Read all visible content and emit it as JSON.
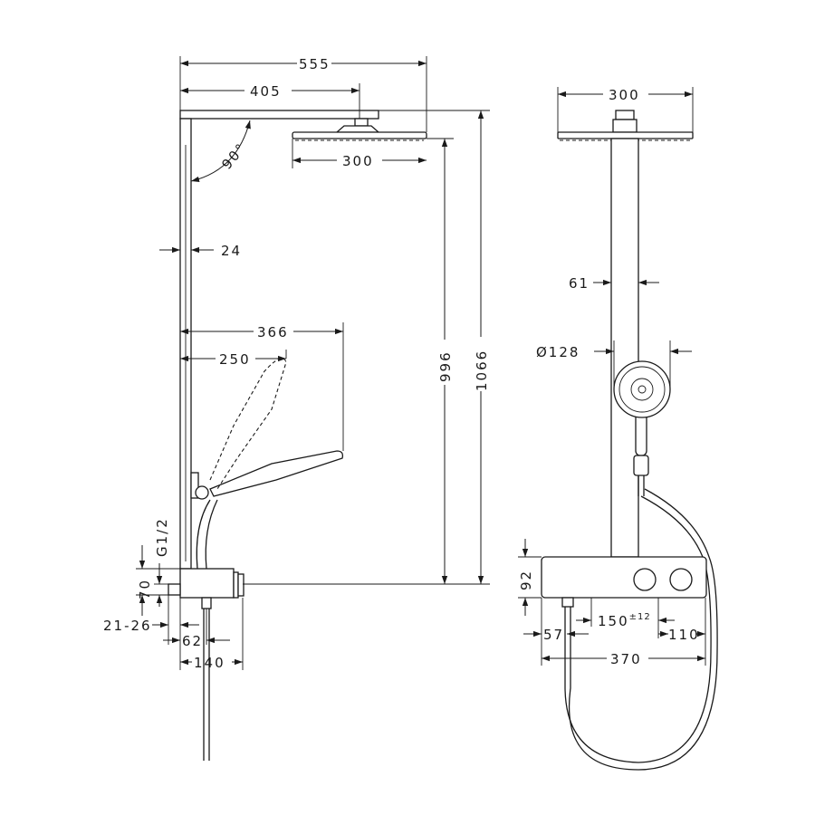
{
  "side_view": {
    "dims": {
      "overall_width": "555",
      "arm_length": "405",
      "head_width": "300",
      "angle": "90°",
      "riser_depth": "24",
      "handshower_reach": "366",
      "handshower_reach_tilted": "250",
      "height_to_head": "996",
      "overall_height": "1066",
      "thread": "G1/2",
      "connection_height": "70",
      "wall_offset": "21-26",
      "outlet_offset": "62",
      "mixer_depth": "140"
    }
  },
  "front_view": {
    "dims": {
      "head_width": "300",
      "riser_width": "61",
      "handshower_diameter": "Ø128",
      "mixer_height": "92",
      "connection_spacing": "150",
      "connection_tolerance": "±12",
      "outlet_left": "57",
      "right_offset": "110",
      "mixer_width": "370"
    }
  }
}
